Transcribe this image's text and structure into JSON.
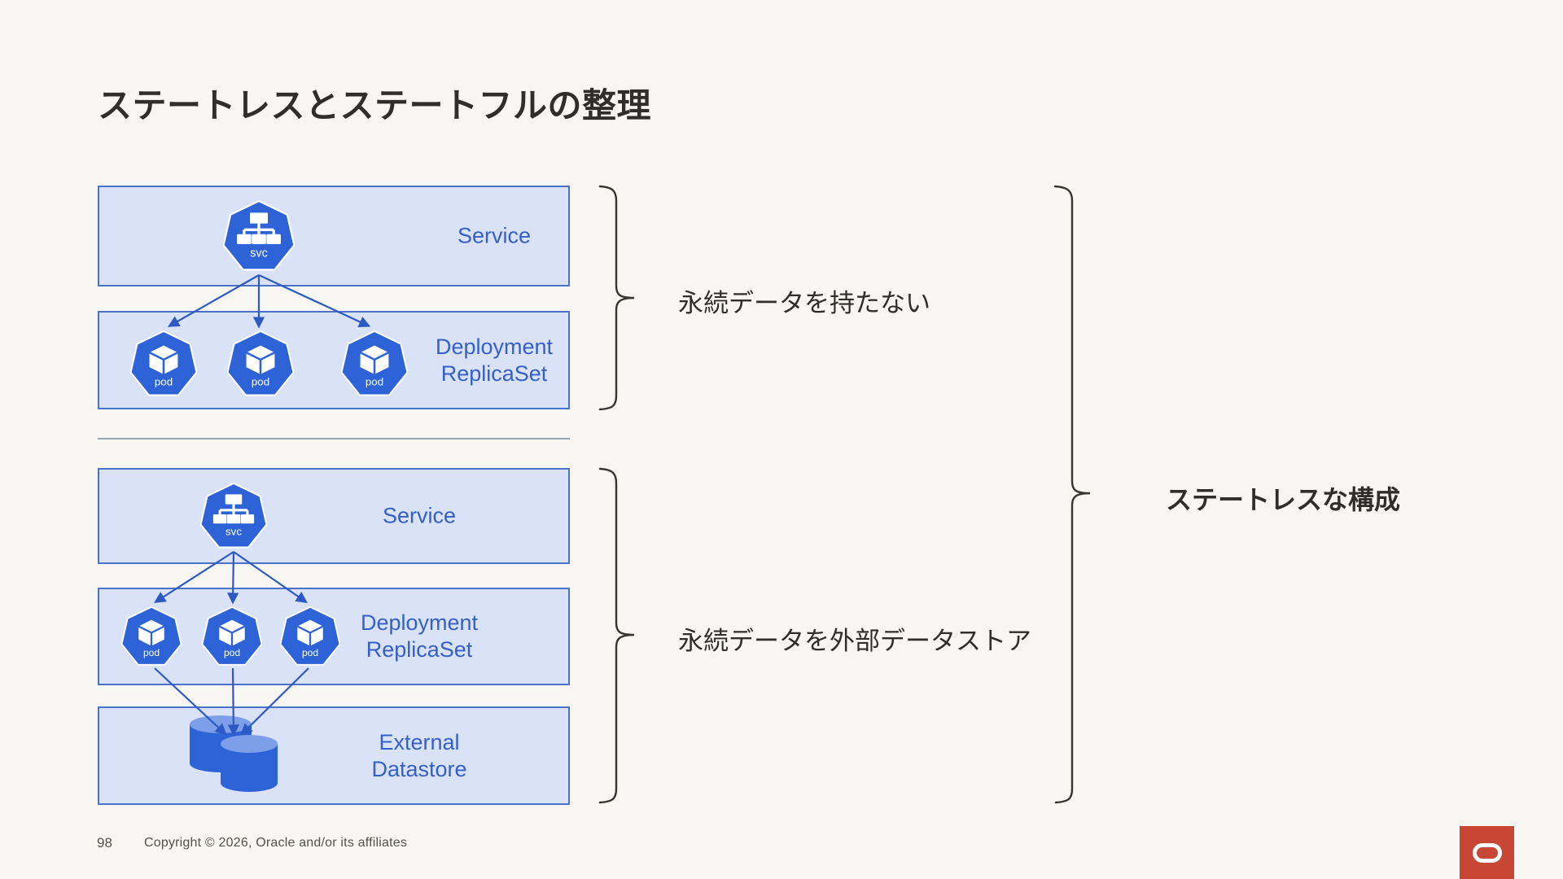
{
  "title": "ステートレスとステートフルの整理",
  "stateless_group": {
    "service_label": "Service",
    "deployment_label_line1": "Deployment",
    "deployment_label_line2": "ReplicaSet",
    "svc_icon_text": "svc",
    "pod_icon_text": "pod",
    "pod_count": 3,
    "annotation": "永続データを持たない"
  },
  "external_group": {
    "service_label": "Service",
    "deployment_label_line1": "Deployment",
    "deployment_label_line2": "ReplicaSet",
    "datastore_label_line1": "External",
    "datastore_label_line2": "Datastore",
    "svc_icon_text": "svc",
    "pod_icon_text": "pod",
    "pod_count": 3,
    "annotation": "永続データを外部データストア"
  },
  "right_annotation": "ステートレスな構成",
  "footer": {
    "page_number": "98",
    "copyright": "Copyright © 2026, Oracle and/or its affiliates"
  },
  "icons": {
    "service_icon": "kubernetes-service-heptagon",
    "pod_icon": "kubernetes-pod-heptagon",
    "datastore_icon": "database-cylinders",
    "logo": "oracle-logo"
  },
  "colors": {
    "background": "#f8f6f2",
    "box_fill": "#d9e2f7",
    "box_border": "#4a72c8",
    "icon_blue": "#2e63d7",
    "icon_blue_light": "#7d9fe9",
    "label_blue": "#3560c8",
    "arrow_blue": "#2c5ac2",
    "bracket_dark": "#38342f",
    "text_dark": "#312d2a",
    "footer_gray": "#55514c",
    "divider_gray": "#9aa4ae",
    "oracle_red": "#C74634"
  }
}
